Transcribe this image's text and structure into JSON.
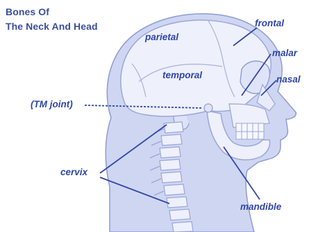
{
  "title": {
    "line1": "Bones Of",
    "line2": "The Neck And Head"
  },
  "labels": {
    "parietal": "parietal",
    "temporal": "temporal",
    "frontal": "frontal",
    "malar": "malar",
    "nasal": "nasal",
    "tm_joint": "(TM joint)",
    "cervix": "cervix",
    "mandible": "mandible"
  },
  "colors": {
    "text": "#2f45a8",
    "title": "#3a4f9a",
    "outline": "#9aa6d8",
    "bone_fill": "#e9ecfa",
    "skin_fill": "#c7cff0",
    "pointer": "#3048a8"
  }
}
